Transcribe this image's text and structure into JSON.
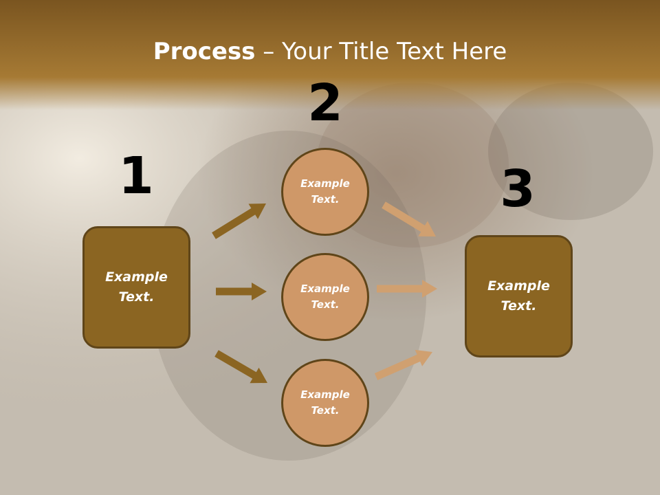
{
  "title": {
    "bold": "Process",
    "rest": " – Your Title Text Here"
  },
  "steps": {
    "one": "1",
    "two": "2",
    "three": "3"
  },
  "left_box": {
    "text": "Example Text."
  },
  "right_box": {
    "text": "Example Text."
  },
  "circles": [
    {
      "text": "Example Text."
    },
    {
      "text": "Example Text."
    },
    {
      "text": "Example Text."
    }
  ],
  "colors": {
    "box": "#8b6522",
    "circle": "#cf9868",
    "arrow_left": "#8b6522",
    "arrow_right": "#d0a070",
    "header": "#9a6e28"
  }
}
